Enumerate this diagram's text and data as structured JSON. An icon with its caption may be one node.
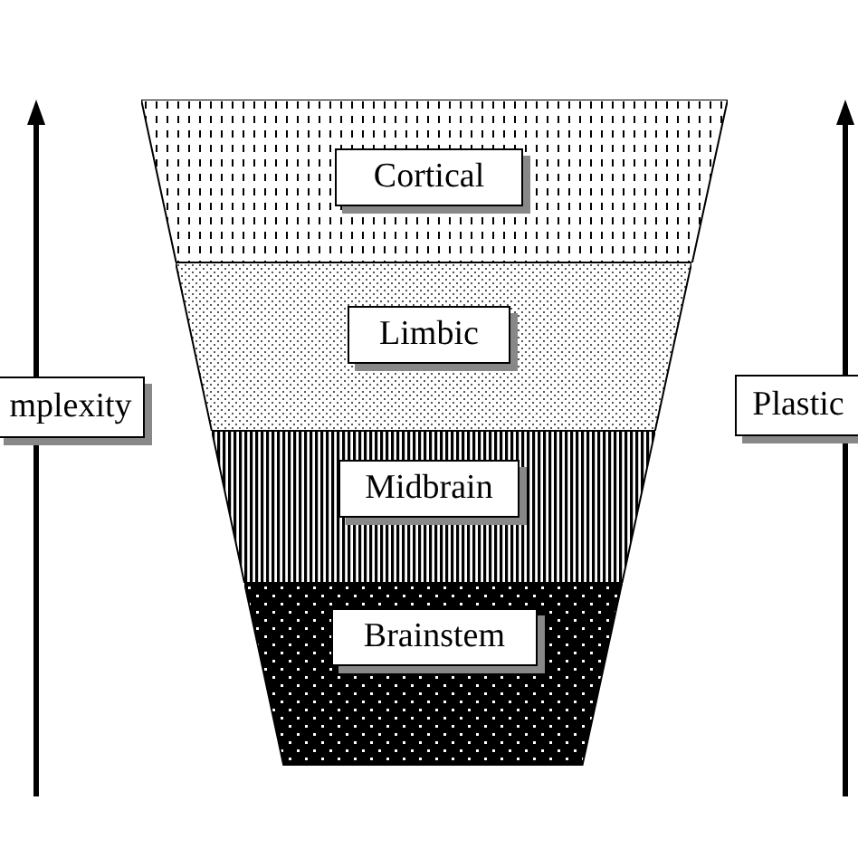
{
  "diagram": {
    "nodes": [
      {
        "text": [
          "Cortical"
        ]
      },
      {
        "text": [
          "Limbic"
        ]
      },
      {
        "text": [
          "Midbrain"
        ]
      },
      {
        "text": [
          "Brainstem"
        ]
      },
      {
        "text": [
          "mplexity"
        ]
      },
      {
        "text": [
          "Plastic"
        ]
      }
    ]
  }
}
